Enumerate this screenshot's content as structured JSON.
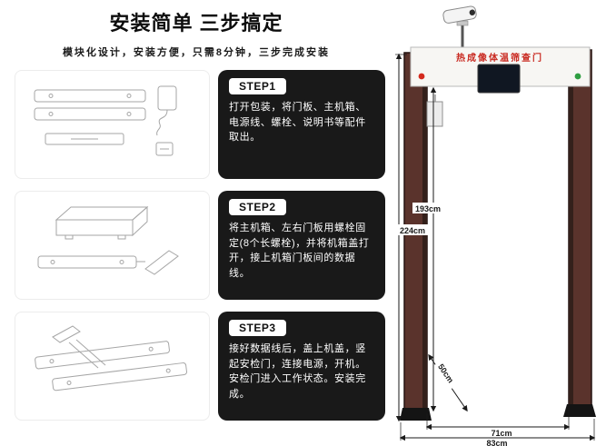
{
  "title": "安装简单 三步搞定",
  "subtitle": "模块化设计，安装方便，只需8分钟，三步完成安装",
  "steps": [
    {
      "label": "STEP1",
      "text": "打开包装，将门板、主机箱、电源线、螺栓、说明书等配件取出。"
    },
    {
      "label": "STEP2",
      "text": "将主机箱、左右门板用螺栓固定(8个长螺栓)，并将机箱盖打开，接上机箱门板间的数据线。"
    },
    {
      "label": "STEP3",
      "text": "接好数据线后，盖上机盖，竖起安检门，连接电源，开机。安检门进入工作状态。安装完成。"
    }
  ],
  "product": {
    "name_plate": "热成像体温筛查门",
    "dimensions": {
      "total_height": "224cm",
      "inner_height": "193cm",
      "depth": "50cm",
      "inner_width": "71cm",
      "outer_width": "83cm"
    }
  },
  "colors": {
    "step_card_bg": "#191919",
    "gate_post": "#5a332c",
    "name_plate_text": "#c92a21",
    "indicator_red": "#d42a1e",
    "indicator_green": "#2f9e41"
  }
}
